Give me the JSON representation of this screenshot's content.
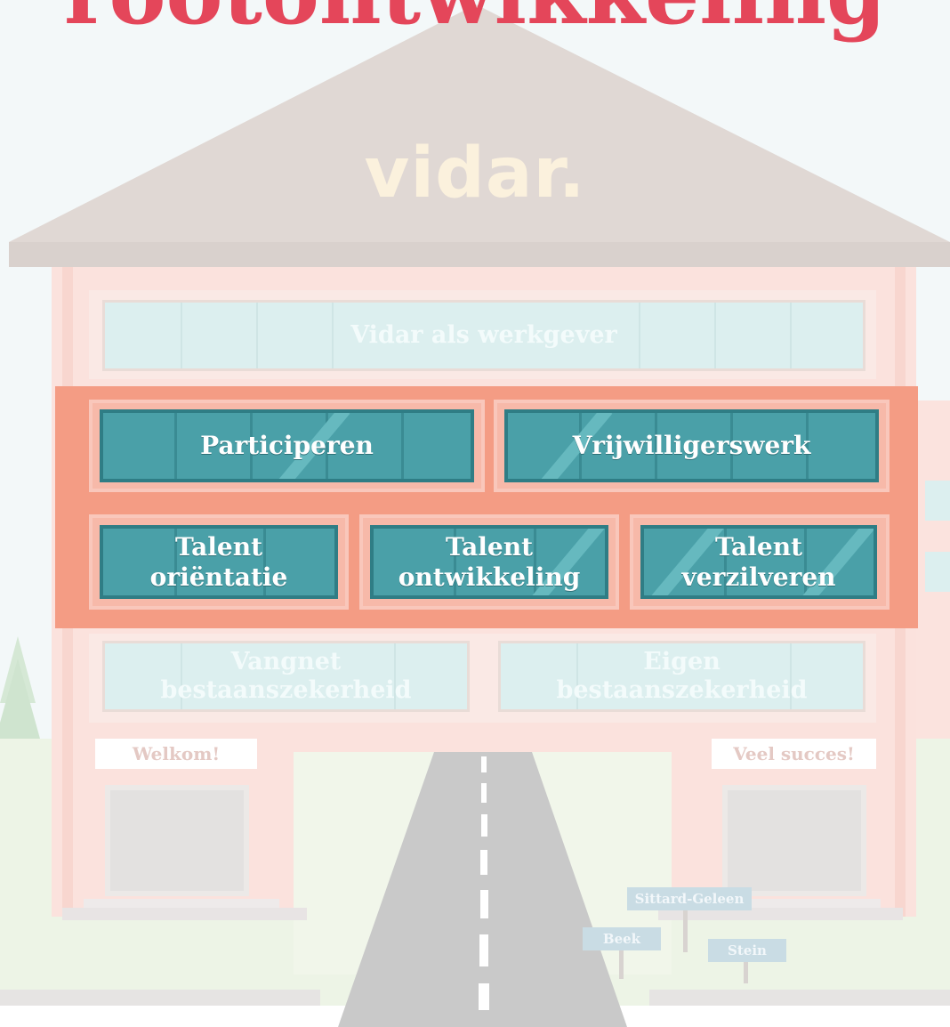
{
  "title": "rootontwikkeling",
  "logo": "vidar.",
  "top_window": "Vidar als werkgever",
  "highlighted_rows": {
    "row1": [
      "Participeren",
      "Vrijwilligerswerk"
    ],
    "row2": [
      "Talent\noriëntatie",
      "Talent\nontwikkeling",
      "Talent\nverzilveren"
    ]
  },
  "bottom_windows": [
    "Vangnet\nbestaanszekerheid",
    "Eigen\nbestaanszekerheid"
  ],
  "signs": {
    "left": "Welkom!",
    "right": "Veel succes!"
  },
  "signposts": [
    "Sittard-Geleen",
    "Beek",
    "Stein"
  ],
  "colors": {
    "title": "#e4465a",
    "highlight_panel": "#f49c84",
    "window": "#4aa0a8",
    "window_border": "#2f7d85"
  }
}
